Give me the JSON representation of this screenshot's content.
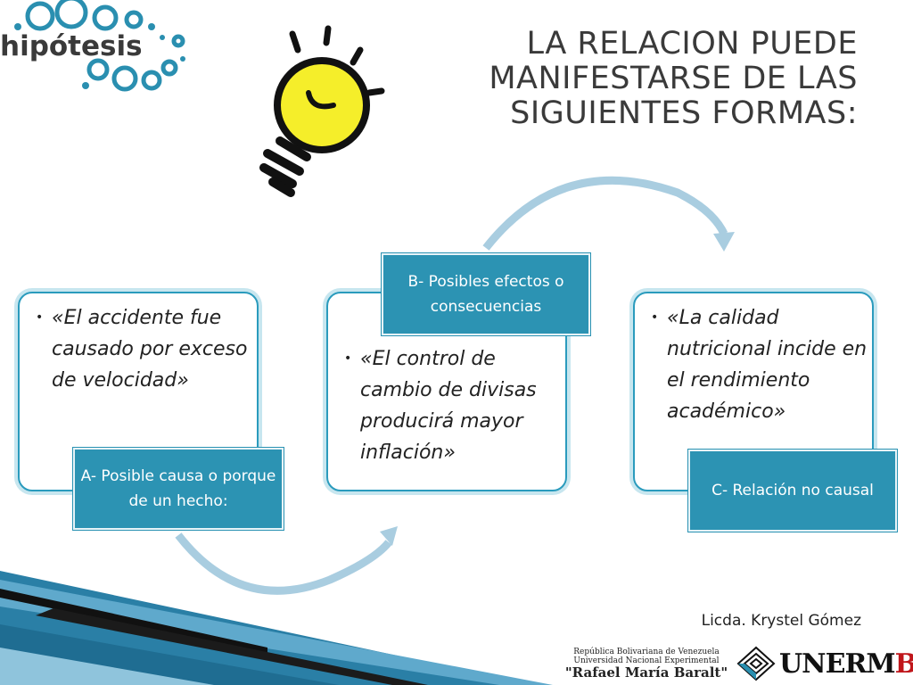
{
  "logo": {
    "text": "hipótesis"
  },
  "title": "LA RELACION PUEDE MANIFESTARSE DE LAS SIGUIENTES FORMAS:",
  "cards": [
    {
      "example": "«El accidente fue causado por exceso de velocidad»",
      "tag": "A- Posible causa o porque de un hecho:"
    },
    {
      "example": "«El control de cambio de divisas producirá mayor inflación»",
      "tag": "B- Posibles efectos o consecuencias"
    },
    {
      "example": "«La calidad nutricional incide en el rendimiento académico»",
      "tag": "C- Relación no causal"
    }
  ],
  "footer": {
    "author": "Licda. Krystel Gómez",
    "institution_line1": "República Bolivariana de Venezuela",
    "institution_line2": "Universidad Nacional Experimental",
    "institution_name": "\"Rafael María Baralt\"",
    "logo_text_main": "UNERM",
    "logo_text_accent": "B"
  },
  "colors": {
    "accent": "#2c93b3",
    "arrow": "#a9cde0",
    "bulb": "#f5ee2a"
  }
}
